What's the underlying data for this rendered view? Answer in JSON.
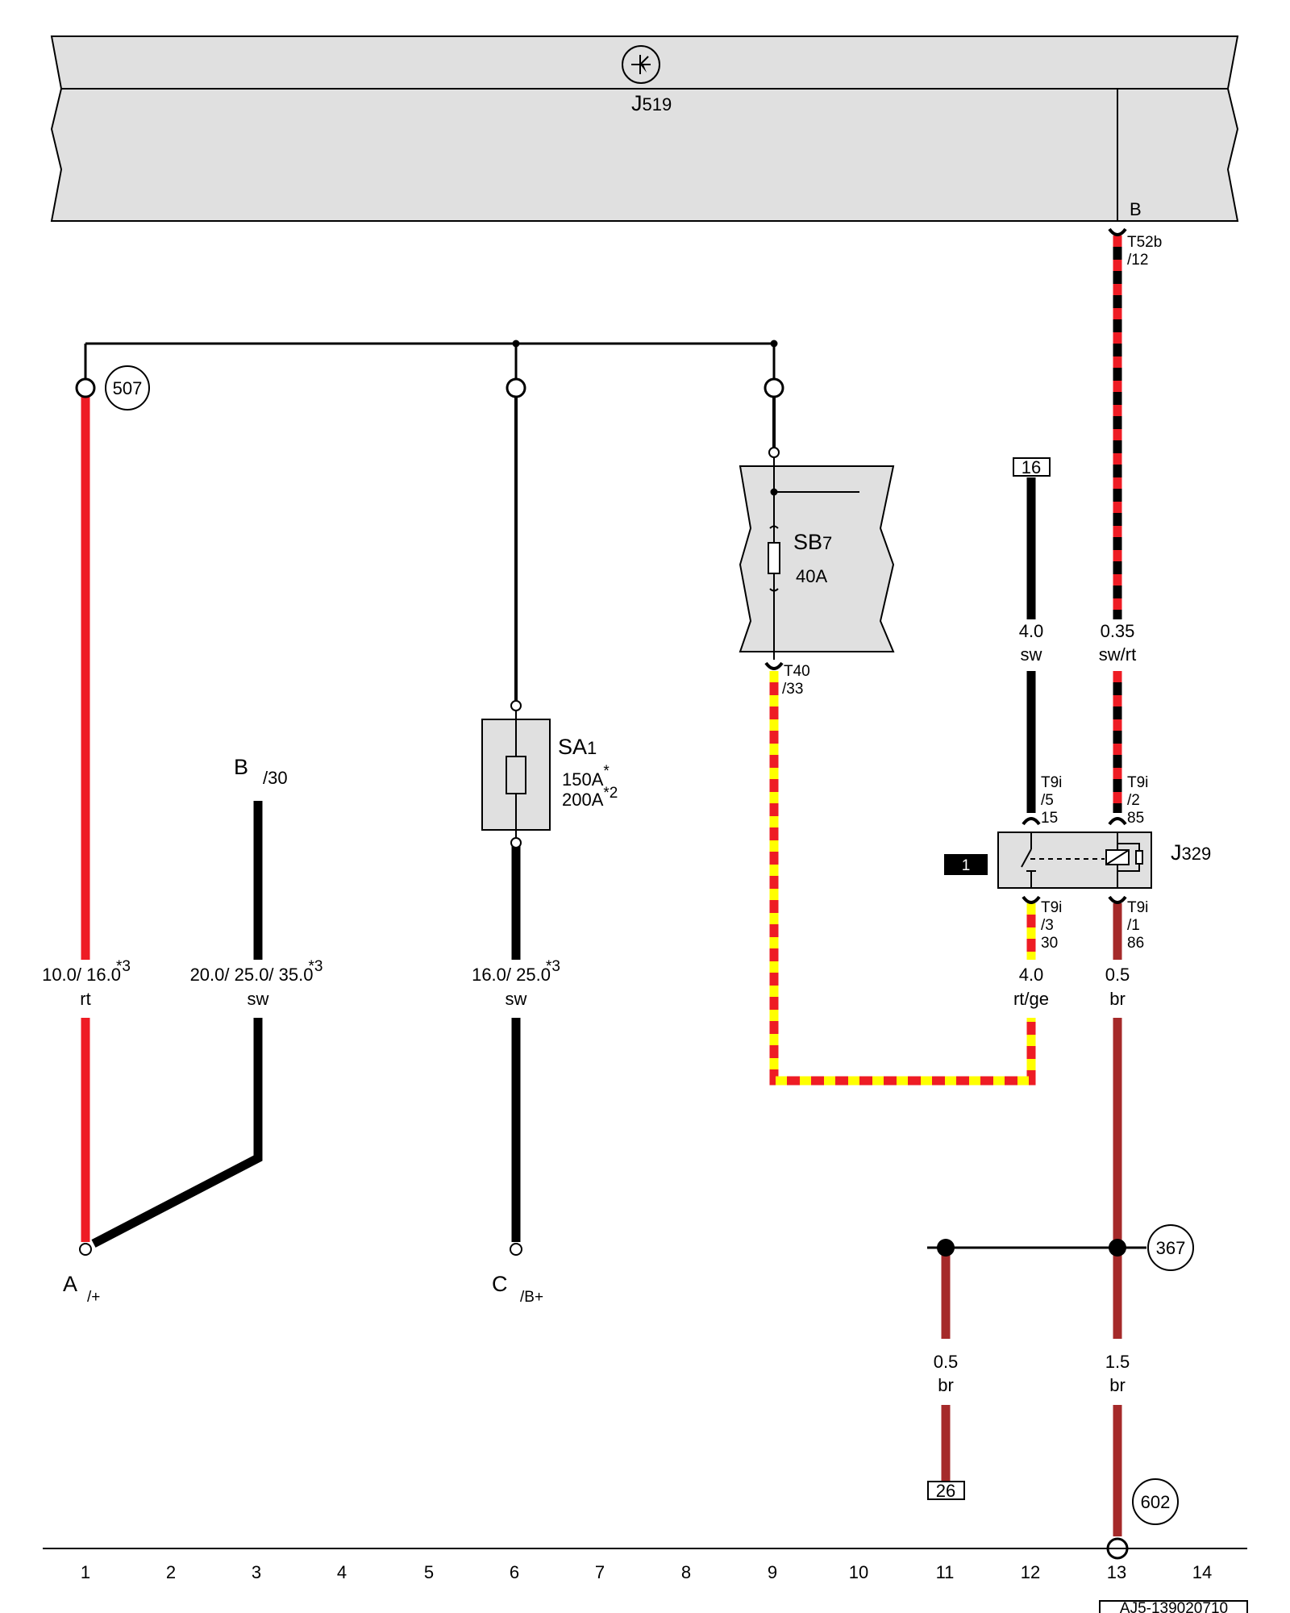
{
  "components": {
    "J519": {
      "letter": "J",
      "sub": "519"
    },
    "SB7": {
      "letter": "SB",
      "sub": "7",
      "rating": "40A"
    },
    "SA1": {
      "letter": "SA",
      "sub": "1",
      "rating1": "150A",
      "mark1": "*",
      "rating2": "200A",
      "mark2": "*2"
    },
    "J329": {
      "letter": "J",
      "sub": "329"
    }
  },
  "connectors": {
    "j519_B": "B",
    "t52b": "T52b",
    "t52b_pin": "/12",
    "t40": "T40",
    "t40_pin": "/33",
    "t9i_15": [
      "T9i",
      "/5",
      "15"
    ],
    "t9i_85": [
      "T9i",
      "/2",
      "85"
    ],
    "t9i_30": [
      "T9i",
      "/3",
      "30"
    ],
    "t9i_86": [
      "T9i",
      "/1",
      "86"
    ]
  },
  "terminals": {
    "A": {
      "letter": "A",
      "sub": "/+"
    },
    "B": {
      "letter": "B",
      "sub": "/30"
    },
    "C": {
      "letter": "C",
      "sub": "/B+"
    }
  },
  "refs": {
    "r507": "507",
    "r367": "367",
    "r602": "602",
    "r16": "16",
    "r26": "26",
    "r1": "1"
  },
  "wires": {
    "w_col1": {
      "size": "10.0/ 16.0",
      "mark": "*3",
      "color": "rt"
    },
    "w_col3": {
      "size": "20.0/ 25.0/ 35.0",
      "mark": "*3",
      "color": "sw"
    },
    "w_col6": {
      "size": "16.0/ 25.0",
      "mark": "*3",
      "color": "sw"
    },
    "w_col12_top": {
      "size": "4.0",
      "color": "sw"
    },
    "w_col13_top": {
      "size": "0.35",
      "color": "sw/rt"
    },
    "w_col12_bot": {
      "size": "4.0",
      "color": "rt/ge"
    },
    "w_col13_mid": {
      "size": "0.5",
      "color": "br"
    },
    "w_col11": {
      "size": "0.5",
      "color": "br"
    },
    "w_col13_bot": {
      "size": "1.5",
      "color": "br"
    }
  },
  "ruler": [
    "1",
    "2",
    "3",
    "4",
    "5",
    "6",
    "7",
    "8",
    "9",
    "10",
    "11",
    "12",
    "13",
    "14"
  ],
  "doc_id": "AJ5-139020710",
  "colors": {
    "red": "#ee1c24",
    "black": "#000000",
    "yellow": "#ffff00",
    "brown": "#a52a2a",
    "module_fill": "#e0e0e0"
  }
}
